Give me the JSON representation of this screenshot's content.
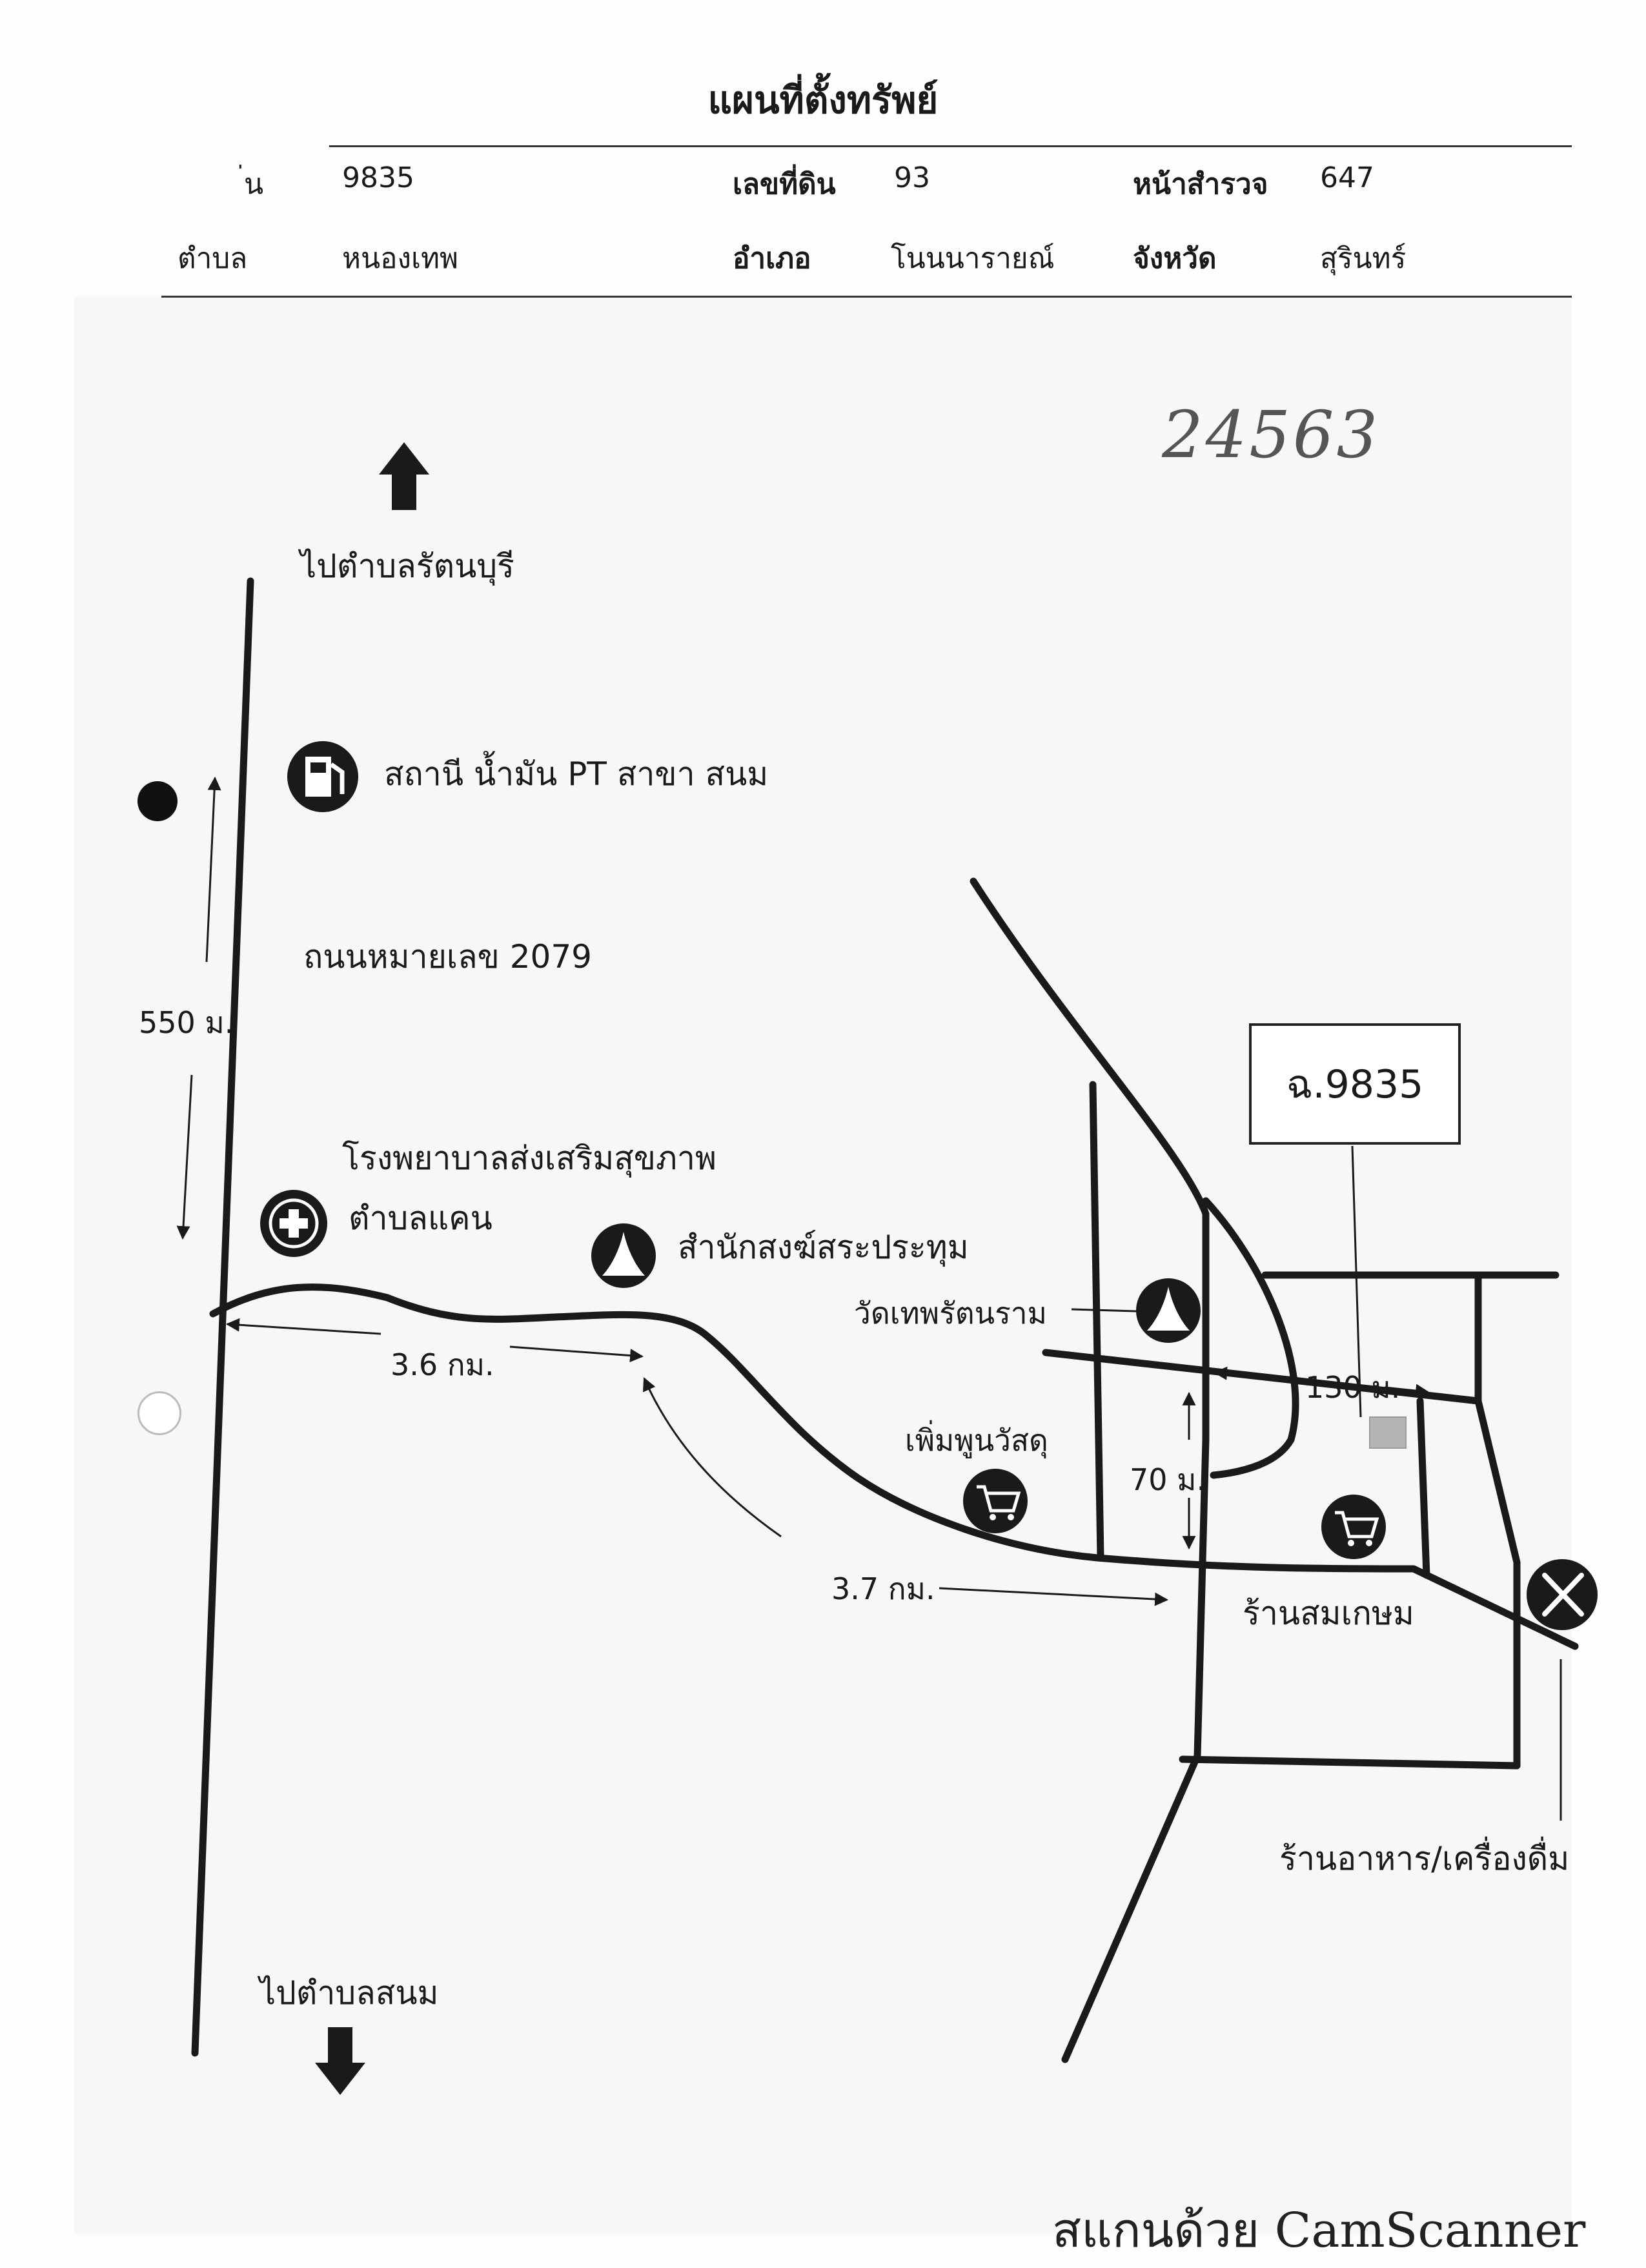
{
  "header": {
    "title": "แผนที่ตั้งทรัพย์",
    "deed_label_partial": "่น",
    "deed_no": "9835",
    "land_no_label": "เลขที่ดิน",
    "land_no": "93",
    "survey_page_label": "หน้าสำรวจ",
    "survey_page": "647",
    "subdistrict_label": "ตำบล",
    "subdistrict": "หนองเทพ",
    "district_label": "อำเภอ",
    "district": "โนนนารายณ์",
    "province_label": "จังหวัด",
    "province": "สุรินทร์"
  },
  "handwritten_number": "24563",
  "map": {
    "to_north": "ไปตำบลรัตนบุรี",
    "to_south": "ไปตำบลสนม",
    "gas_station": "สถานี น้ำมัน PT สาขา สนม",
    "road_name": "ถนนหมายเลข 2079",
    "dist_550": "550 ม.",
    "hospital_line1": "โรงพยาบาลส่งเสริมสุขภาพ",
    "hospital_line2": "ตำบลแคน",
    "monastery": "สำนักสงฆ์สระประทุม",
    "temple": "วัดเทพรัตนราม",
    "dist_36": "3.6 กม.",
    "dist_37": "3.7 กม.",
    "dist_130": "130 ม.",
    "dist_70": "70 ม.",
    "hardware_store": "เพิ่มพูนวัสดุ",
    "shop": "ร้านสมเกษม",
    "restaurant": "ร้านอาหาร/เครื่องดื่ม",
    "parcel": "ฉ.9835"
  },
  "footer": {
    "scanner": "สแกนด้วย CamScanner"
  },
  "colors": {
    "ink": "#1a1a1a",
    "paper": "#fdfdfb",
    "parcel_marker": "#b5b5b5"
  },
  "icons": [
    "arrow-up-icon",
    "arrow-down-icon",
    "fuel-pump-icon",
    "hospital-cross-icon",
    "temple-icon",
    "cart-icon",
    "fork-knife-icon"
  ]
}
